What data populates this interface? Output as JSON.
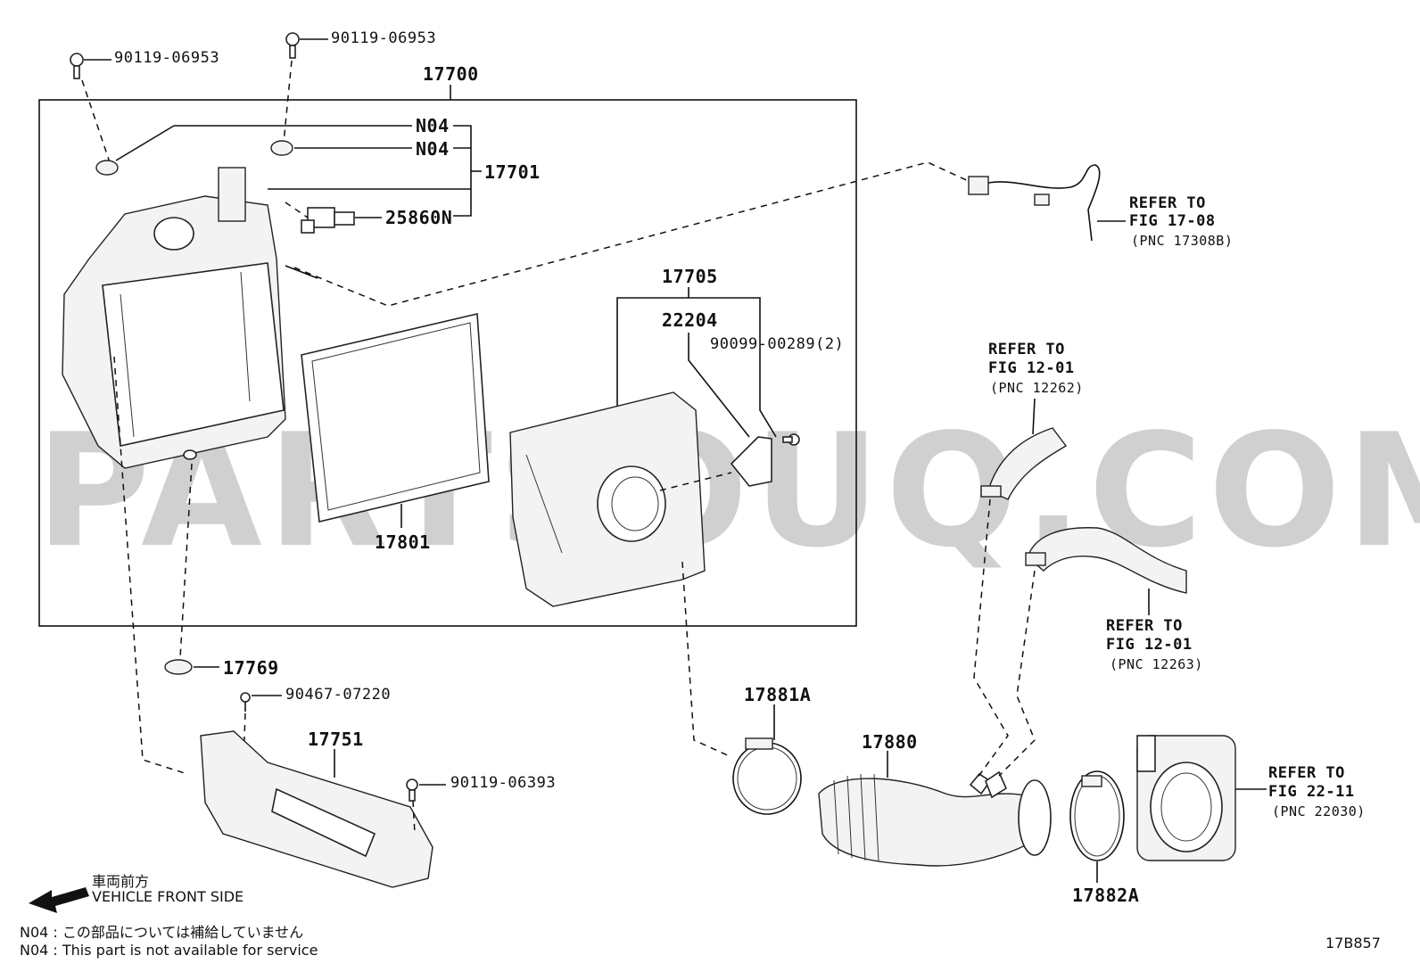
{
  "watermark": "PARTSOUQ.COM",
  "group_label": "17700",
  "parts": {
    "bolt_left": "90119-06953",
    "bolt_top": "90119-06953",
    "n04_a": "N04",
    "n04_b": "N04",
    "cleaner_case": "17701",
    "sensor": "25860N",
    "cap_assy": "17705",
    "cap_sub": "22204",
    "screw_cap": "90099-00289(2)",
    "filter": "17801",
    "grommet": "17769",
    "clip": "90467-07220",
    "inlet_duct": "17751",
    "bolt_duct": "90119-06393",
    "clamp_a": "17881A",
    "hose": "17880",
    "clamp_b": "17882A",
    "diagram_id": "17B857"
  },
  "references": {
    "wire": {
      "line1": "REFER TO",
      "line2": "FIG 17-08",
      "pnc": "(PNC 17308B)"
    },
    "hose_top": {
      "line1": "REFER TO",
      "line2": "FIG 12-01",
      "pnc": "(PNC 12262)"
    },
    "hose_mid": {
      "line1": "REFER TO",
      "line2": "FIG 12-01",
      "pnc": "(PNC 12263)"
    },
    "throttle": {
      "line1": "REFER TO",
      "line2": "FIG 22-11",
      "pnc": "(PNC 22030)"
    }
  },
  "direction": {
    "jp": "車両前方",
    "en": "VEHICLE FRONT SIDE"
  },
  "notes": {
    "jp": "N04 : この部品については補給していません",
    "en": "N04 : This part is not available for service"
  }
}
